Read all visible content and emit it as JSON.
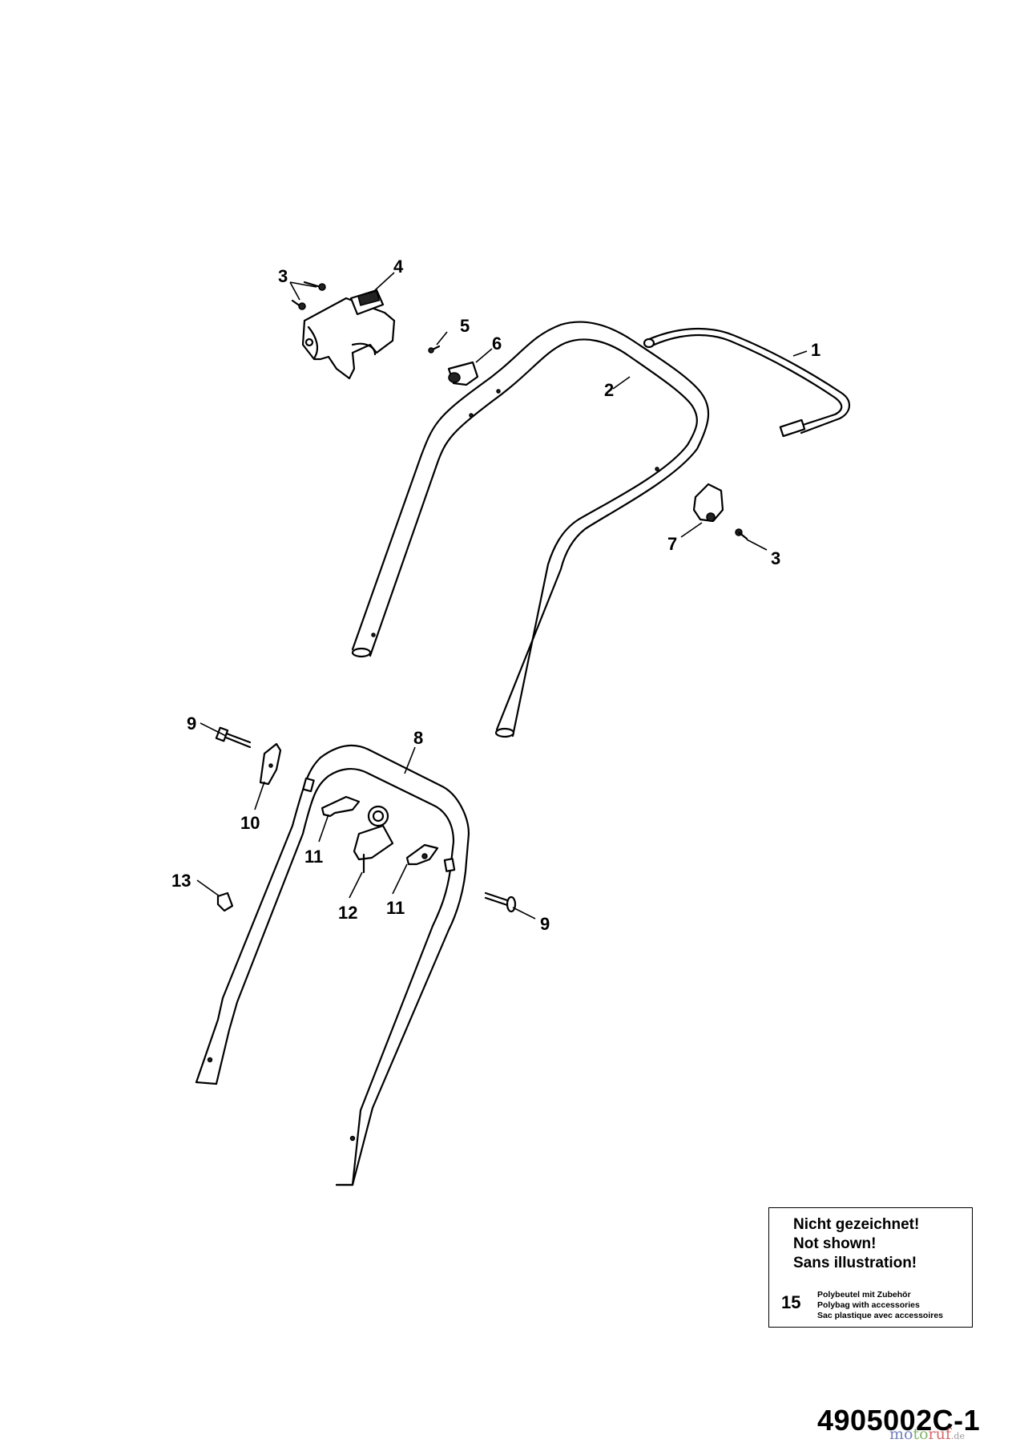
{
  "callouts": {
    "c1": "1",
    "c2": "2",
    "c3a": "3",
    "c3b": "3",
    "c4": "4",
    "c5": "5",
    "c6": "6",
    "c7": "7",
    "c8": "8",
    "c9a": "9",
    "c9b": "9",
    "c10": "10",
    "c11a": "11",
    "c11b": "11",
    "c12": "12",
    "c13": "13"
  },
  "note": {
    "line1": "Nicht gezeichnet!",
    "line2": "Not shown!",
    "line3": "Sans illustration!",
    "item_number": "15",
    "item_desc_de": "Polybeutel mit Zubehör",
    "item_desc_en": "Polybag with accessories",
    "item_desc_fr": "Sac plastique avec accessoires"
  },
  "drawing_number": "4905002C-1",
  "watermark": {
    "part1": "mo",
    "part2": "to",
    "part3": "ruf",
    "part4": ".de"
  }
}
